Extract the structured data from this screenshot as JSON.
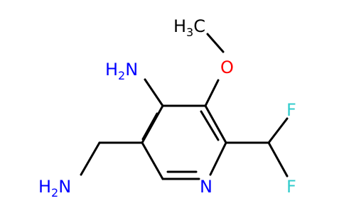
{
  "molecule": {
    "atoms": {
      "amino_top": {
        "main": "H",
        "sub": "2",
        "tail": "N",
        "color": "#0000FF"
      },
      "methyl": {
        "main": "H",
        "sub": "3",
        "tail": "C",
        "color": "#000000"
      },
      "oxygen": {
        "text": "O",
        "color": "#FF0000"
      },
      "fluorine_top": {
        "text": "F",
        "color": "#33CCCC"
      },
      "fluorine_bottom": {
        "text": "F",
        "color": "#33CCCC"
      },
      "ring_nitrogen": {
        "text": "N",
        "color": "#0000FF"
      },
      "amino_side": {
        "main": "H",
        "sub": "2",
        "tail": "N",
        "color": "#0000FF"
      }
    },
    "colors": {
      "bond": "#000000",
      "nitrogen": "#0000FF",
      "oxygen": "#FF0000",
      "fluorine": "#33CCCC"
    }
  }
}
